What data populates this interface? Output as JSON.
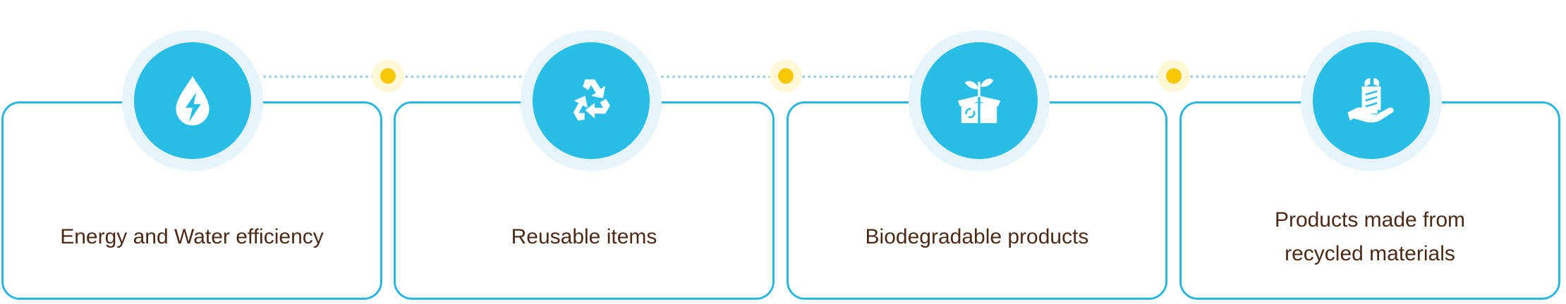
{
  "colors": {
    "accent": "#28bde5",
    "card_border": "#2db6dc",
    "halo": "#e6f4fb",
    "connector": "#9fd3ea",
    "dot": "#f5c800",
    "text": "#4a2b18"
  },
  "steps": [
    {
      "label": "Energy and Water efficiency",
      "icon": "water-energy-icon"
    },
    {
      "label": "Reusable items",
      "icon": "recycle-icon"
    },
    {
      "label": "Biodegradable products",
      "icon": "plant-box-icon"
    },
    {
      "label": "Products made from\nrecycled materials",
      "icon": "hand-recycled-box-icon"
    }
  ]
}
